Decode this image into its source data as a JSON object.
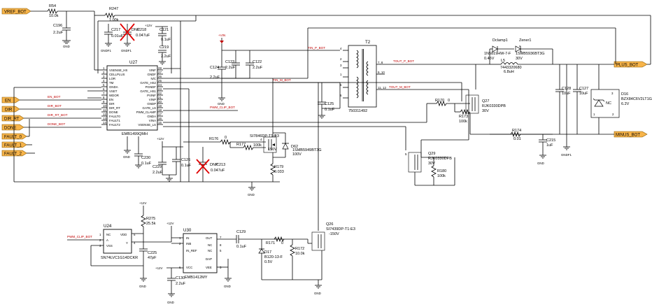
{
  "ports": {
    "vref": "VREF_BOT",
    "en": "EN",
    "dir": "DIR",
    "dir_rt": "DIR_RT",
    "done": "DONE",
    "fault0": "FAULT_0",
    "fault1": "FAULT_1",
    "fault2": "FAULT_2",
    "plus": "PLUS_BOT",
    "minus": "MINUS_BOT"
  },
  "nets": {
    "en": "EN_BOT",
    "dir": "DIR_BOT",
    "dir_rt": "DIR_RT_BOT",
    "done": "DONE_BOT",
    "pwm_clip": "PWM_CLIP_BOT",
    "pwm_clip2": "PWM_CLIP_BOT",
    "tin_p": "TIN_P_BOT",
    "tin_m": "TIN_M_BOT",
    "tout_p": "TOUT_P_BOT",
    "tout_m": "TOUT_M_BOT"
  },
  "rails": {
    "v12_a": "+12V",
    "v12_b": "+12V",
    "v12_c": "+12V",
    "v12_d": "+12V",
    "v12_e": "+12V",
    "vin": "+VIN"
  },
  "grounds": {
    "gndf": "GNDF1"
  },
  "u27": {
    "ref": "U27",
    "part": "EMB1499QMH",
    "left_pins": [
      {
        "num": "1",
        "name": "VSENSE_HS"
      },
      {
        "num": "2",
        "name": "CELLPLUS"
      },
      {
        "num": "3",
        "name": "LOR"
      },
      {
        "num": "4",
        "name": "TM"
      },
      {
        "num": "5",
        "name": "GNDA"
      },
      {
        "num": "6",
        "name": "VSET"
      },
      {
        "num": "7",
        "name": "WDOR"
      },
      {
        "num": "8",
        "name": "EN"
      },
      {
        "num": "9",
        "name": "DIR"
      },
      {
        "num": "10",
        "name": "DIR_RT"
      },
      {
        "num": "11",
        "name": "DONE"
      },
      {
        "num": "12",
        "name": "FAULT0"
      },
      {
        "num": "13",
        "name": "FAULT1"
      },
      {
        "num": "14",
        "name": "FAULT2"
      }
    ],
    "right_pins": [
      {
        "num": "28",
        "name": "VINF"
      },
      {
        "num": "27",
        "name": "GNDF"
      },
      {
        "num": "26",
        "name": "N/C"
      },
      {
        "num": "25",
        "name": "GATE_HS2"
      },
      {
        "num": "24",
        "name": "PGNDF"
      },
      {
        "num": "23",
        "name": "GATE_HS1"
      },
      {
        "num": "22",
        "name": "PVINF"
      },
      {
        "num": "21",
        "name": "VINP"
      },
      {
        "num": "20",
        "name": "GNDP"
      },
      {
        "num": "19",
        "name": "GATE_LS"
      },
      {
        "num": "18",
        "name": "PWM_CLAMP"
      },
      {
        "num": "17",
        "name": "GNDA"
      },
      {
        "num": "16",
        "name": "VINA"
      },
      {
        "num": "15",
        "name": "VSENSE_LS"
      }
    ]
  },
  "u24": {
    "ref": "U24",
    "part": "SN74LVC1G14DCKR",
    "pins_left": [
      "NC",
      "A",
      "VSS"
    ],
    "pins_right": [
      "VDD",
      "Y"
    ],
    "nums_left": [
      "1",
      "2",
      "3"
    ],
    "nums_right": [
      "5",
      "4"
    ]
  },
  "u30": {
    "ref": "U30",
    "part": "EMB1412MY",
    "pins_left": [
      "IN",
      "INB",
      "IN_REF",
      "VCC"
    ],
    "nums_left": [
      "1",
      "2",
      "",
      "6"
    ],
    "pins_right": [
      "OUT",
      "NC",
      "NC",
      "DAP",
      "VEE"
    ],
    "nums_right": [
      "7",
      "8",
      "5",
      "",
      "3"
    ]
  },
  "t2": {
    "ref": "T2",
    "part": "750311492",
    "pins": [
      "4",
      "2",
      "3",
      "1",
      "5",
      "6",
      "7, 8",
      "9, 10",
      "11, 12"
    ]
  },
  "components": {
    "r54": {
      "ref": "R54",
      "val": "10.0k"
    },
    "r247": {
      "ref": "R247",
      "val": "1.00k"
    },
    "c196": {
      "ref": "C196",
      "val": "2.2uF"
    },
    "c217": {
      "ref": "C217",
      "val": "0.01uF"
    },
    "c218": {
      "ref": "C218",
      "val": "0.047uF",
      "dnp": "DNP"
    },
    "c121": {
      "ref": "C121",
      "val": "0.1uF"
    },
    "c219": {
      "ref": "C219",
      "val": "2.2uF"
    },
    "c122": {
      "ref": "C122",
      "val": "2.2uF"
    },
    "c123": {
      "ref": "C123",
      "val": "2.2uF"
    },
    "c124": {
      "ref": "C124",
      "val": "2.2uF"
    },
    "c125": {
      "ref": "C125",
      "val": "0.1uF"
    },
    "c230": {
      "ref": "C230",
      "val": "0.1uF"
    },
    "c126": {
      "ref": "C126",
      "val": "0.1uF"
    },
    "c229": {
      "ref": "C229",
      "val": "2.2uF"
    },
    "c213": {
      "ref": "C213",
      "val": "0.047uF",
      "dnp": "DNP"
    },
    "r176": {
      "ref": "R176",
      "val": "0"
    },
    "r177": {
      "ref": "R177",
      "val": "100k"
    },
    "q28": {
      "ref": "SI7846DP-T1-E3",
      "val": "150V"
    },
    "d62": {
      "ref": "D62",
      "val": "1SMB5949BT3G",
      "val2": "100V"
    },
    "r179": {
      "ref": "R179",
      "val": "0.033"
    },
    "dclamp": {
      "ref": "Dclamp1",
      "val": "1N5819HW-7-F",
      "val2": "0.45V"
    },
    "zener": {
      "ref": "Zener1",
      "val": "1SMB5936BT3G",
      "val2": "30V"
    },
    "l5": {
      "ref": "L5",
      "val": "7443320680",
      "val2": "6.8uH"
    },
    "c128": {
      "ref": "C128",
      "val": "10uF"
    },
    "c127": {
      "ref": "C127",
      "val": "10uF"
    },
    "d16": {
      "ref": "D16",
      "val": "BZX84C6V2LT1G",
      "val2": "6.2V"
    },
    "r170": {
      "ref": "R170",
      "val": "0"
    },
    "q27": {
      "ref": "Q27",
      "val": "RJK0330DPB",
      "val2": "30V"
    },
    "r173": {
      "ref": "R173",
      "val": "100k"
    },
    "r174": {
      "ref": "R174",
      "val": "0.01"
    },
    "c215": {
      "ref": "C215",
      "val": "1uF"
    },
    "q29": {
      "ref": "Q29",
      "val": "RJK0330DPB",
      "val2": "30V"
    },
    "r180": {
      "ref": "R180",
      "val": "100k"
    },
    "r275": {
      "ref": "R275",
      "val": "25.5k"
    },
    "c225": {
      "ref": "C225",
      "val": "47pF"
    },
    "c130": {
      "ref": "C130",
      "val": "2.2uF"
    },
    "c129": {
      "ref": "C129",
      "val": "0.1uF"
    },
    "r171": {
      "ref": "R171",
      "val": "0"
    },
    "d17": {
      "ref": "D17",
      "val": "B120-13-F",
      "val2": "0.5V"
    },
    "r172": {
      "ref": "R172",
      "val": "10.0k"
    },
    "q26": {
      "ref": "Q26",
      "val": "SI7439DP-T1-E3",
      "val2": "-150V"
    }
  },
  "colors": {
    "port_fill": "#f7b44a",
    "net_text": "#c00000",
    "dnp_cross": "#e00000"
  }
}
